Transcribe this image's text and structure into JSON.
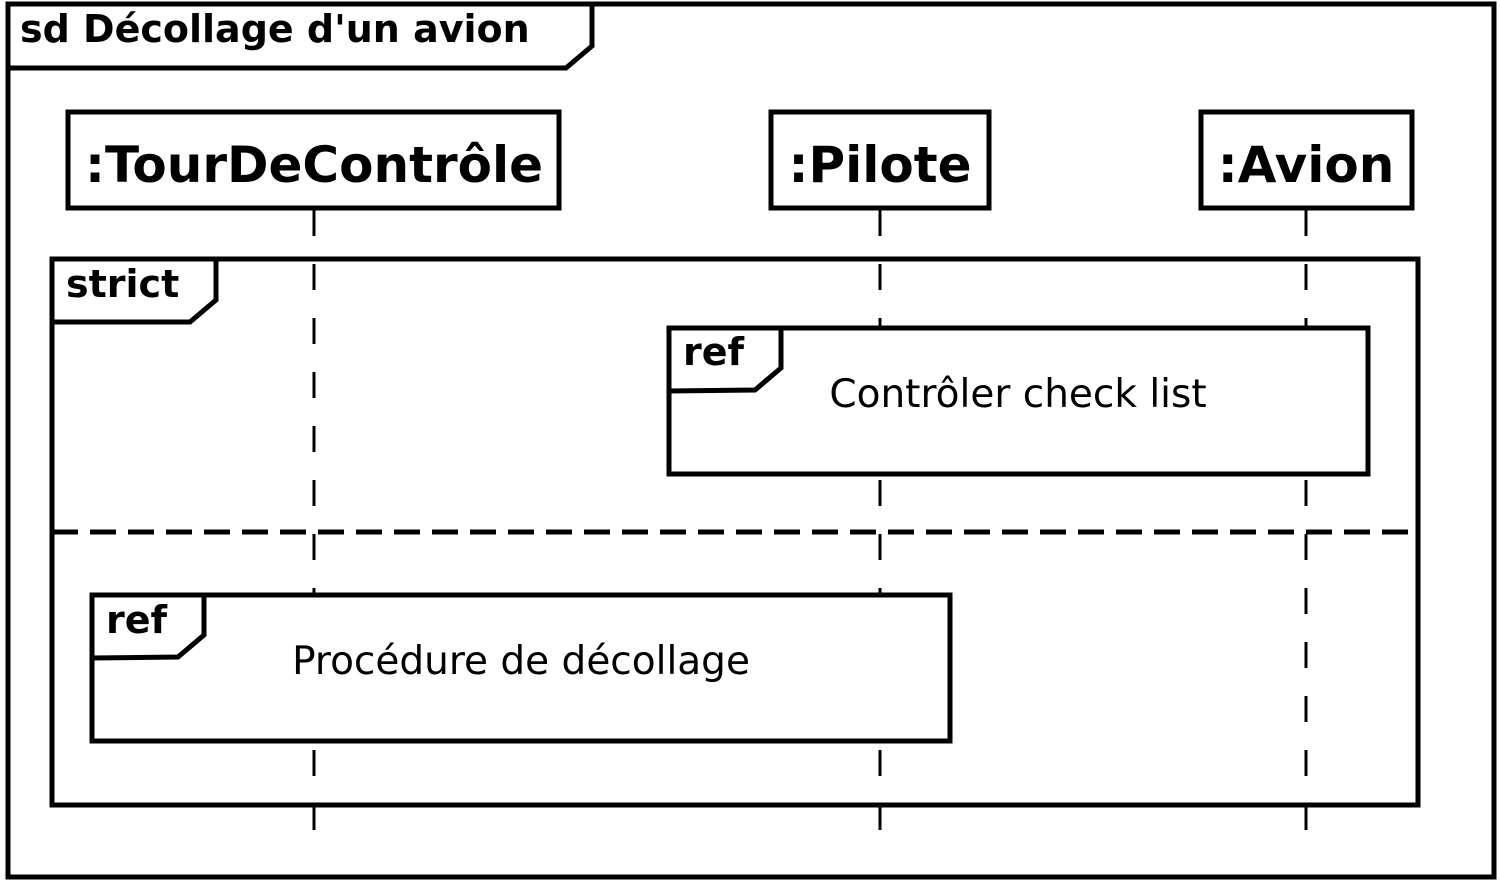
{
  "diagram": {
    "frame": {
      "title": "sd Décollage d'un avion"
    },
    "lifelines": [
      {
        "name": ":TourDeContrôle"
      },
      {
        "name": ":Pilote"
      },
      {
        "name": ":Avion"
      }
    ],
    "combined_fragment": {
      "operator": "strict",
      "operands": [
        {
          "ref": {
            "keyword": "ref",
            "label": "Contrôler check list"
          }
        },
        {
          "ref": {
            "keyword": "ref",
            "label": "Procédure de décollage"
          }
        }
      ]
    }
  }
}
